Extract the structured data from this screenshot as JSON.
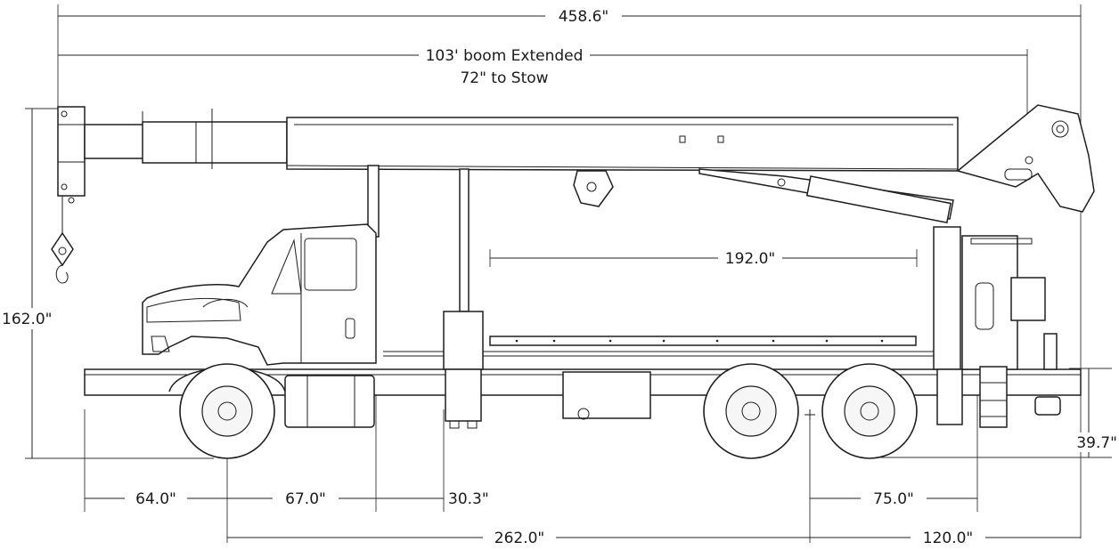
{
  "dimensions": {
    "overall_length": "458.6\"",
    "boom_extended": "103' boom Extended",
    "boom_stow": "72\" to Stow",
    "overall_height": "162.0\"",
    "deck_length": "192.0\"",
    "front_overhang": "64.0\"",
    "axle_to_cab": "67.0\"",
    "cab_to_outrigger": "30.3\"",
    "wheelbase": "262.0\"",
    "tandem_to_outrigger": "75.0\"",
    "rear_overhang": "120.0\"",
    "frame_height": "39.7\""
  }
}
